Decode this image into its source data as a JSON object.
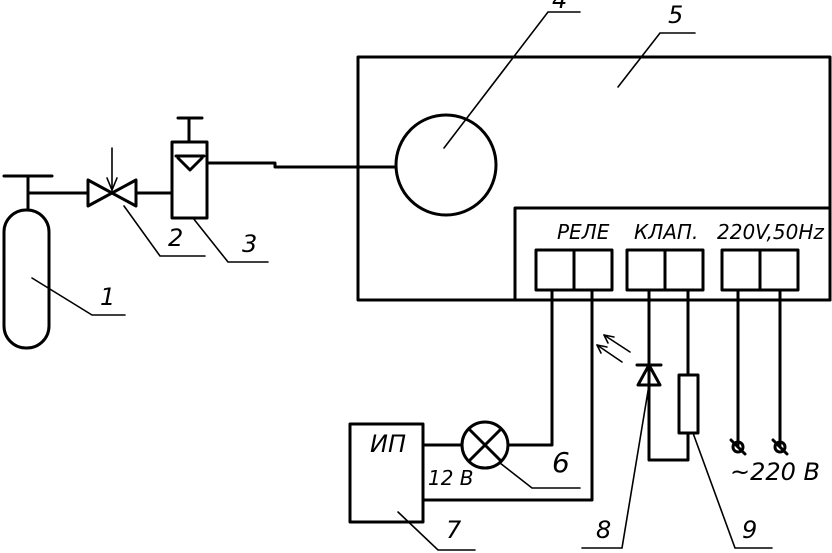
{
  "labels": {
    "n1": "1",
    "n2": "2",
    "n3": "3",
    "n4": "4",
    "n5": "5",
    "n6": "6",
    "n7": "7",
    "n8": "8",
    "n9": "9"
  },
  "terminals": {
    "relay": "РЕЛЕ",
    "valve": "КЛАП.",
    "mains": "220V,50Hz"
  },
  "power_supply": {
    "label": "ИП",
    "voltage": "12 В"
  },
  "mains_out": "~220 В"
}
